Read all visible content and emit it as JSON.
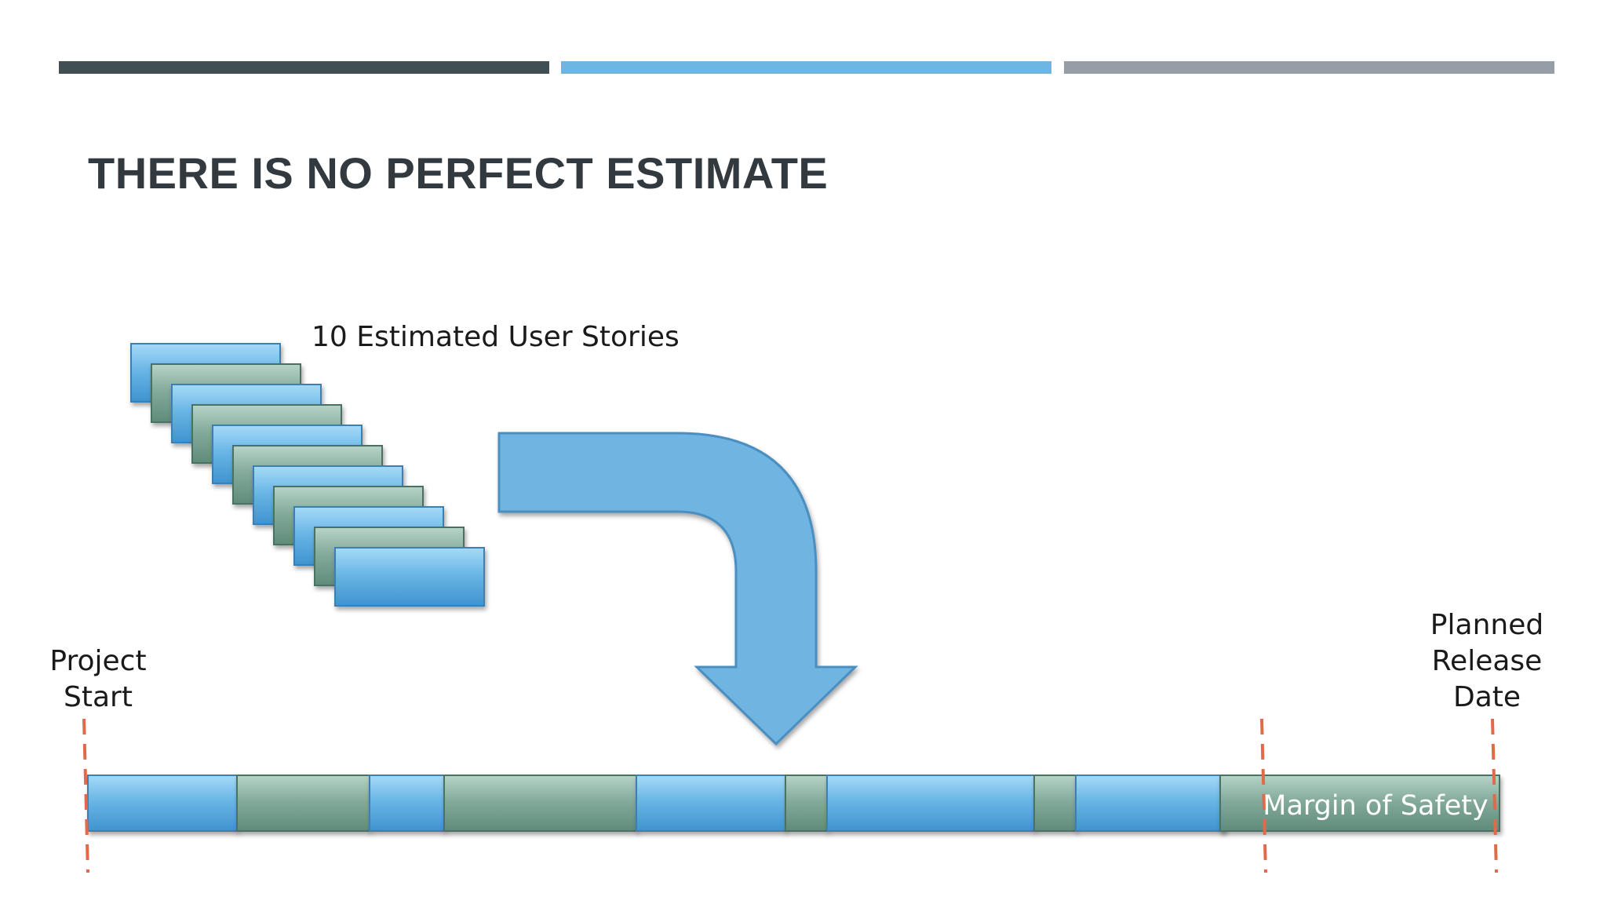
{
  "slide": {
    "title": "THERE IS NO PERFECT ESTIMATE",
    "accent_colors": [
      "#414e54",
      "#6db6e2",
      "#959ea6"
    ]
  },
  "diagram": {
    "stories_label": "10 Estimated User Stories",
    "story_stack": [
      "blue",
      "green",
      "blue",
      "green",
      "blue",
      "green",
      "blue",
      "green",
      "blue",
      "green",
      "blue"
    ],
    "timeline_segments": [
      "blue",
      "green",
      "blue",
      "green",
      "blue",
      "green",
      "blue",
      "green",
      "blue"
    ],
    "project_start_line1": "Project",
    "project_start_line2": "Start",
    "release_line1": "Planned",
    "release_line2": "Release",
    "release_line3": "Date",
    "margin_label": "Margin of Safety",
    "colors": {
      "blue": "#6ab6e6",
      "green": "#84ab9c",
      "arrow": "#6fb4e2",
      "marker": "#e06a4a"
    }
  }
}
